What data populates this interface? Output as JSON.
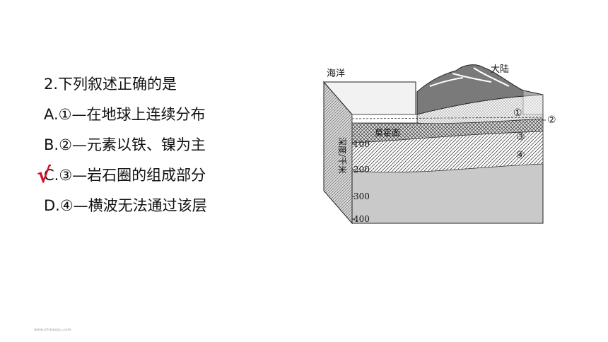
{
  "question": {
    "stem": "2.下列叙述正确的是",
    "options": [
      {
        "label": "A.①—在地球上连续分布"
      },
      {
        "label": "B.②—元素以铁、镍为主"
      },
      {
        "label": "C.③—岩石圈的组成部分"
      },
      {
        "label": "D.④—横波无法通过该层"
      }
    ],
    "check_mark": "√"
  },
  "figure": {
    "ocean_label": "海洋",
    "continent_label": "大陆",
    "moho_label": "莫霍面",
    "depth_axis_label": "深度/千米",
    "depth_ticks": [
      "100",
      "200",
      "300",
      "400"
    ],
    "layer_labels": [
      "①",
      "②",
      "③",
      "④"
    ]
  },
  "footer": {
    "watermark": "www.zhijiaoyu.com"
  }
}
